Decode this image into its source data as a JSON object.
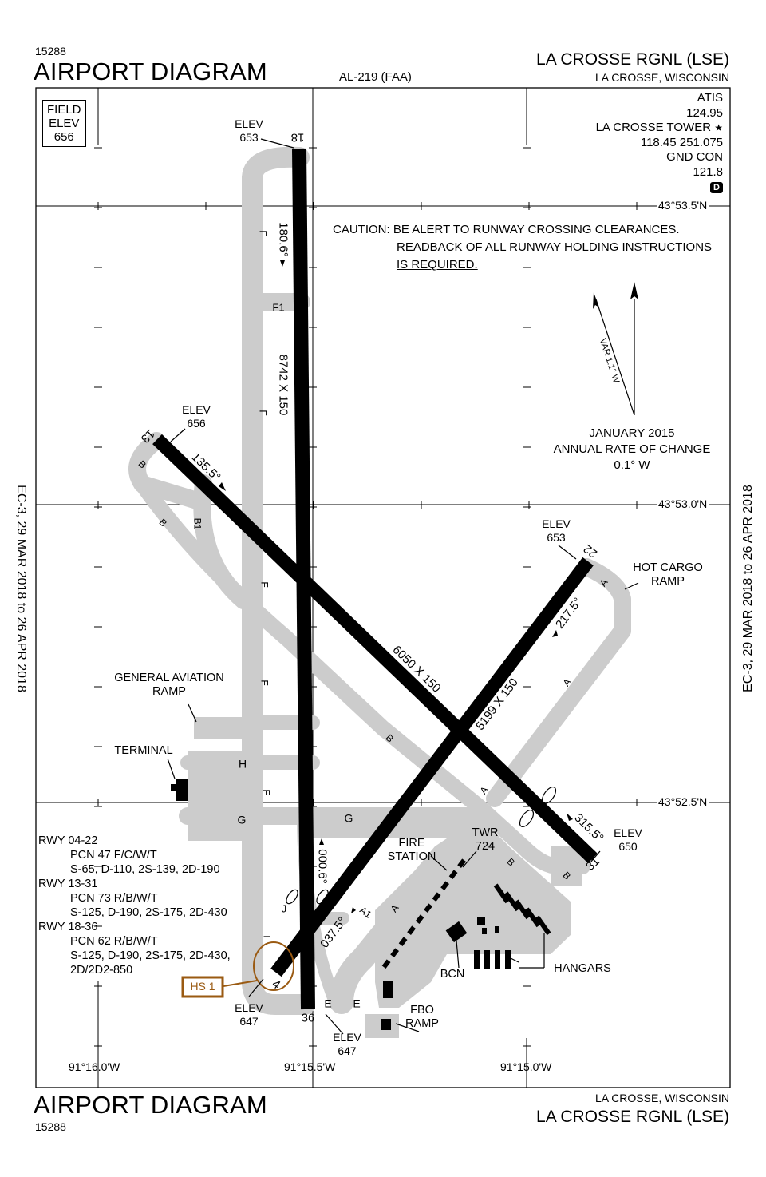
{
  "header": {
    "chart_number": "15288",
    "title": "AIRPORT DIAGRAM",
    "al_number": "AL-219 (FAA)",
    "airport_name": "LA CROSSE RGNL (LSE)",
    "city_state": "LA CROSSE, WISCONSIN"
  },
  "footer": {
    "chart_number": "15288",
    "title": "AIRPORT DIAGRAM",
    "airport_name": "LA CROSSE RGNL (LSE)",
    "city_state": "LA CROSSE, WISCONSIN"
  },
  "side_text": {
    "left": "EC-3,  29 MAR 2018  to  26 APR 2018",
    "right": "EC-3,  29 MAR 2018  to  26 APR 2018"
  },
  "field_elevation": {
    "line1": "FIELD",
    "line2": "ELEV",
    "value": "656"
  },
  "comms": {
    "atis_label": "ATIS",
    "atis_freq": "124.95",
    "tower_label": "LA CROSSE TOWER",
    "tower_symbol": "★",
    "tower_freq": "118.45  251.075",
    "gnd_label": "GND CON",
    "gnd_freq": "121.8",
    "d_badge": "D"
  },
  "caution": {
    "line1_prefix": "CAUTION:",
    "line1_text": "BE ALERT TO RUNWAY CROSSING CLEARANCES.",
    "line2": "READBACK OF ALL RUNWAY HOLDING INSTRUCTIONS",
    "line3": "IS REQUIRED."
  },
  "magnetic_variation": {
    "var_label": "VAR 1.1° W",
    "date": "JANUARY 2015",
    "annual_label": "ANNUAL RATE OF CHANGE",
    "annual_value": "0.1° W"
  },
  "coordinates": {
    "lat_1": "43°53.5'N",
    "lat_2": "43°53.0'N",
    "lat_3": "43°52.5'N",
    "lon_1": "91°16.0'W",
    "lon_2": "91°15.5'W",
    "lon_3": "91°15.0'W"
  },
  "runways": {
    "rwy_18_36": {
      "end_a": "18",
      "end_b": "36",
      "dimensions": "8742 X 150",
      "heading_a": "180.6°",
      "heading_b": "000.6°"
    },
    "rwy_13_31": {
      "end_a": "13",
      "end_b": "31",
      "dimensions": "6050 X 150",
      "heading_a": "135.5°",
      "heading_b": "315.5°"
    },
    "rwy_04_22": {
      "end_a": "4",
      "end_b": "22",
      "dimensions": "5199 X 150",
      "heading_a": "037.5°",
      "heading_b": "217.5°"
    }
  },
  "elevations": {
    "elev_label": "ELEV",
    "rwy18": "653",
    "rwy13": "656",
    "rwy22": "653",
    "rwy31": "650",
    "rwy4": "647",
    "rwy36": "647"
  },
  "taxiways": {
    "F": "F",
    "F1": "F1",
    "B": "B",
    "B1": "B1",
    "H": "H",
    "G": "G",
    "A": "A",
    "A1": "A1",
    "J": "J",
    "E": "E"
  },
  "facilities": {
    "general_aviation_1": "GENERAL AVIATION",
    "general_aviation_2": "RAMP",
    "terminal": "TERMINAL",
    "hot_cargo_1": "HOT CARGO",
    "hot_cargo_2": "RAMP",
    "fire_1": "FIRE",
    "fire_2": "STATION",
    "twr_1": "TWR",
    "twr_2": "724",
    "bcn": "BCN",
    "hangars": "HANGARS",
    "fbo_1": "FBO",
    "fbo_2": "RAMP",
    "hot_spot": "HS 1"
  },
  "pcn": {
    "rwy_04_22": "RWY 04-22",
    "rwy_04_22_pcn": "PCN 47 F/C/W/T",
    "rwy_04_22_gear": "S-65, D-110, 2S-139, 2D-190",
    "rwy_13_31": "RWY 13-31",
    "rwy_13_31_pcn": "PCN 73 R/B/W/T",
    "rwy_13_31_gear": "S-125, D-190, 2S-175, 2D-430",
    "rwy_18_36": "RWY 18-36",
    "rwy_18_36_pcn": "PCN 62 R/B/W/T",
    "rwy_18_36_gear": "S-125, D-190, 2S-175, 2D-430,",
    "rwy_18_36_gear2": "2D/2D2-850"
  },
  "colors": {
    "taxiway_gray": "#cccccc",
    "runway_black": "#000000",
    "hotspot_brown": "#9a5a12"
  }
}
